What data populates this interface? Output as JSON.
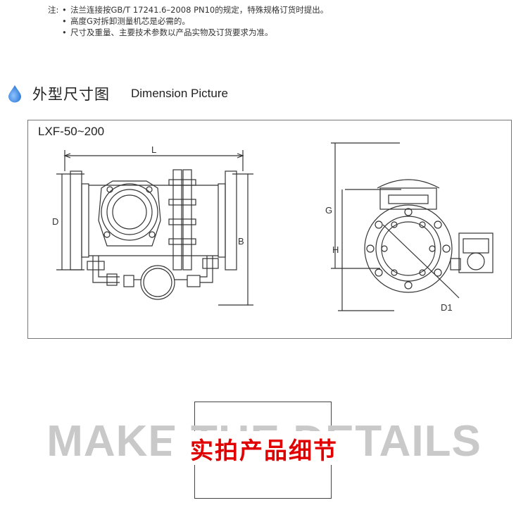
{
  "notes": {
    "lead": "注:",
    "bullet": "•",
    "lines": [
      "法兰连接按GB/T 17241.6–2008 PN10的规定，特殊规格订货时提出。",
      "高度G对拆卸测量机芯是必需的。",
      "尺寸及重量、主要技术参数以产品实物及订货要求为准。"
    ]
  },
  "section": {
    "title_cn": "外型尺寸图",
    "title_en": "Dimension Picture",
    "drop_color": "#1f6fd1"
  },
  "drawing": {
    "model": "LXF-50~200",
    "labels": {
      "L": "L",
      "D": "D",
      "B": "B",
      "G": "G",
      "H": "H",
      "D1": "D1"
    }
  },
  "banner": {
    "background_text": "MAKE THE DETAILS",
    "foreground_text": "实拍产品细节",
    "foreground_color": "#e00000",
    "background_color": "#c9c9c9"
  }
}
